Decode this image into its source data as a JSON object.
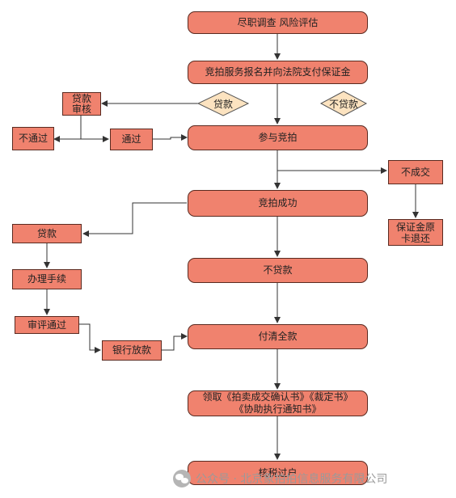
{
  "nodes": {
    "due_diligence": "尽职调查  风险评估",
    "register": "竞拍服务报名并向法院支付保证金",
    "participate": "参与竞拍",
    "win": "竞拍成功",
    "no_loan": "不贷款",
    "pay_full": "付清全款",
    "receive_docs_1": "领取《拍卖成交确认书》《裁定书》",
    "receive_docs_2": "《协助执行通知书》",
    "transfer": "核税过户",
    "loan_review": "贷款\n审核",
    "fail": "不通过",
    "pass": "通过",
    "no_deal": "不成交",
    "refund": "保证金原\n卡退还",
    "loan": "贷款",
    "procedures": "办理手续",
    "review_pass": "审评通过",
    "bank_release": "银行放款"
  },
  "diamonds": {
    "loan": "贷款",
    "no_loan": "不贷款"
  },
  "colors": {
    "node_fill": "#F0826E",
    "diamond_fill": "#FCE3C0",
    "line": "#333333"
  },
  "watermark": "公众号 · 北京象拍拍信息服务有限公司"
}
